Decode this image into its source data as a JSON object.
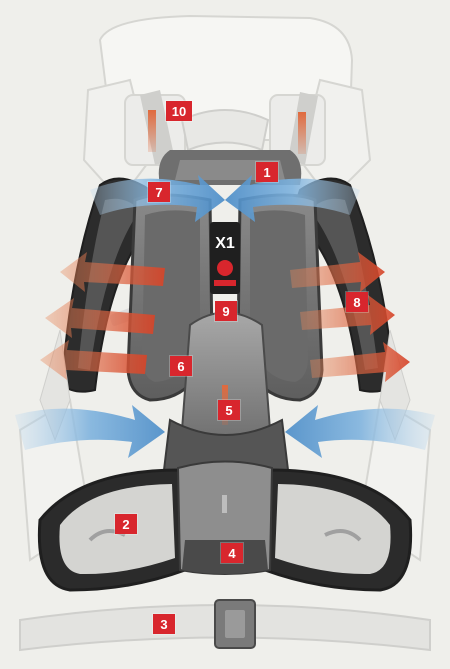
{
  "diagram": {
    "labels": [
      {
        "id": "1",
        "text": "1"
      },
      {
        "id": "2",
        "text": "2"
      },
      {
        "id": "3",
        "text": "3"
      },
      {
        "id": "4",
        "text": "4"
      },
      {
        "id": "5",
        "text": "5"
      },
      {
        "id": "6",
        "text": "6"
      },
      {
        "id": "7",
        "text": "7"
      },
      {
        "id": "8",
        "text": "8"
      },
      {
        "id": "9",
        "text": "9"
      },
      {
        "id": "10",
        "text": "10"
      }
    ],
    "badge_text": "X1"
  },
  "colors": {
    "background": "#efefeb",
    "marker_red": "#d8262d",
    "airflow_blue": "#6fa8d8",
    "heat_red": "#d9532e",
    "padding_dark": "#3a3a3a",
    "padding_mesh": "#7a7a7a"
  }
}
